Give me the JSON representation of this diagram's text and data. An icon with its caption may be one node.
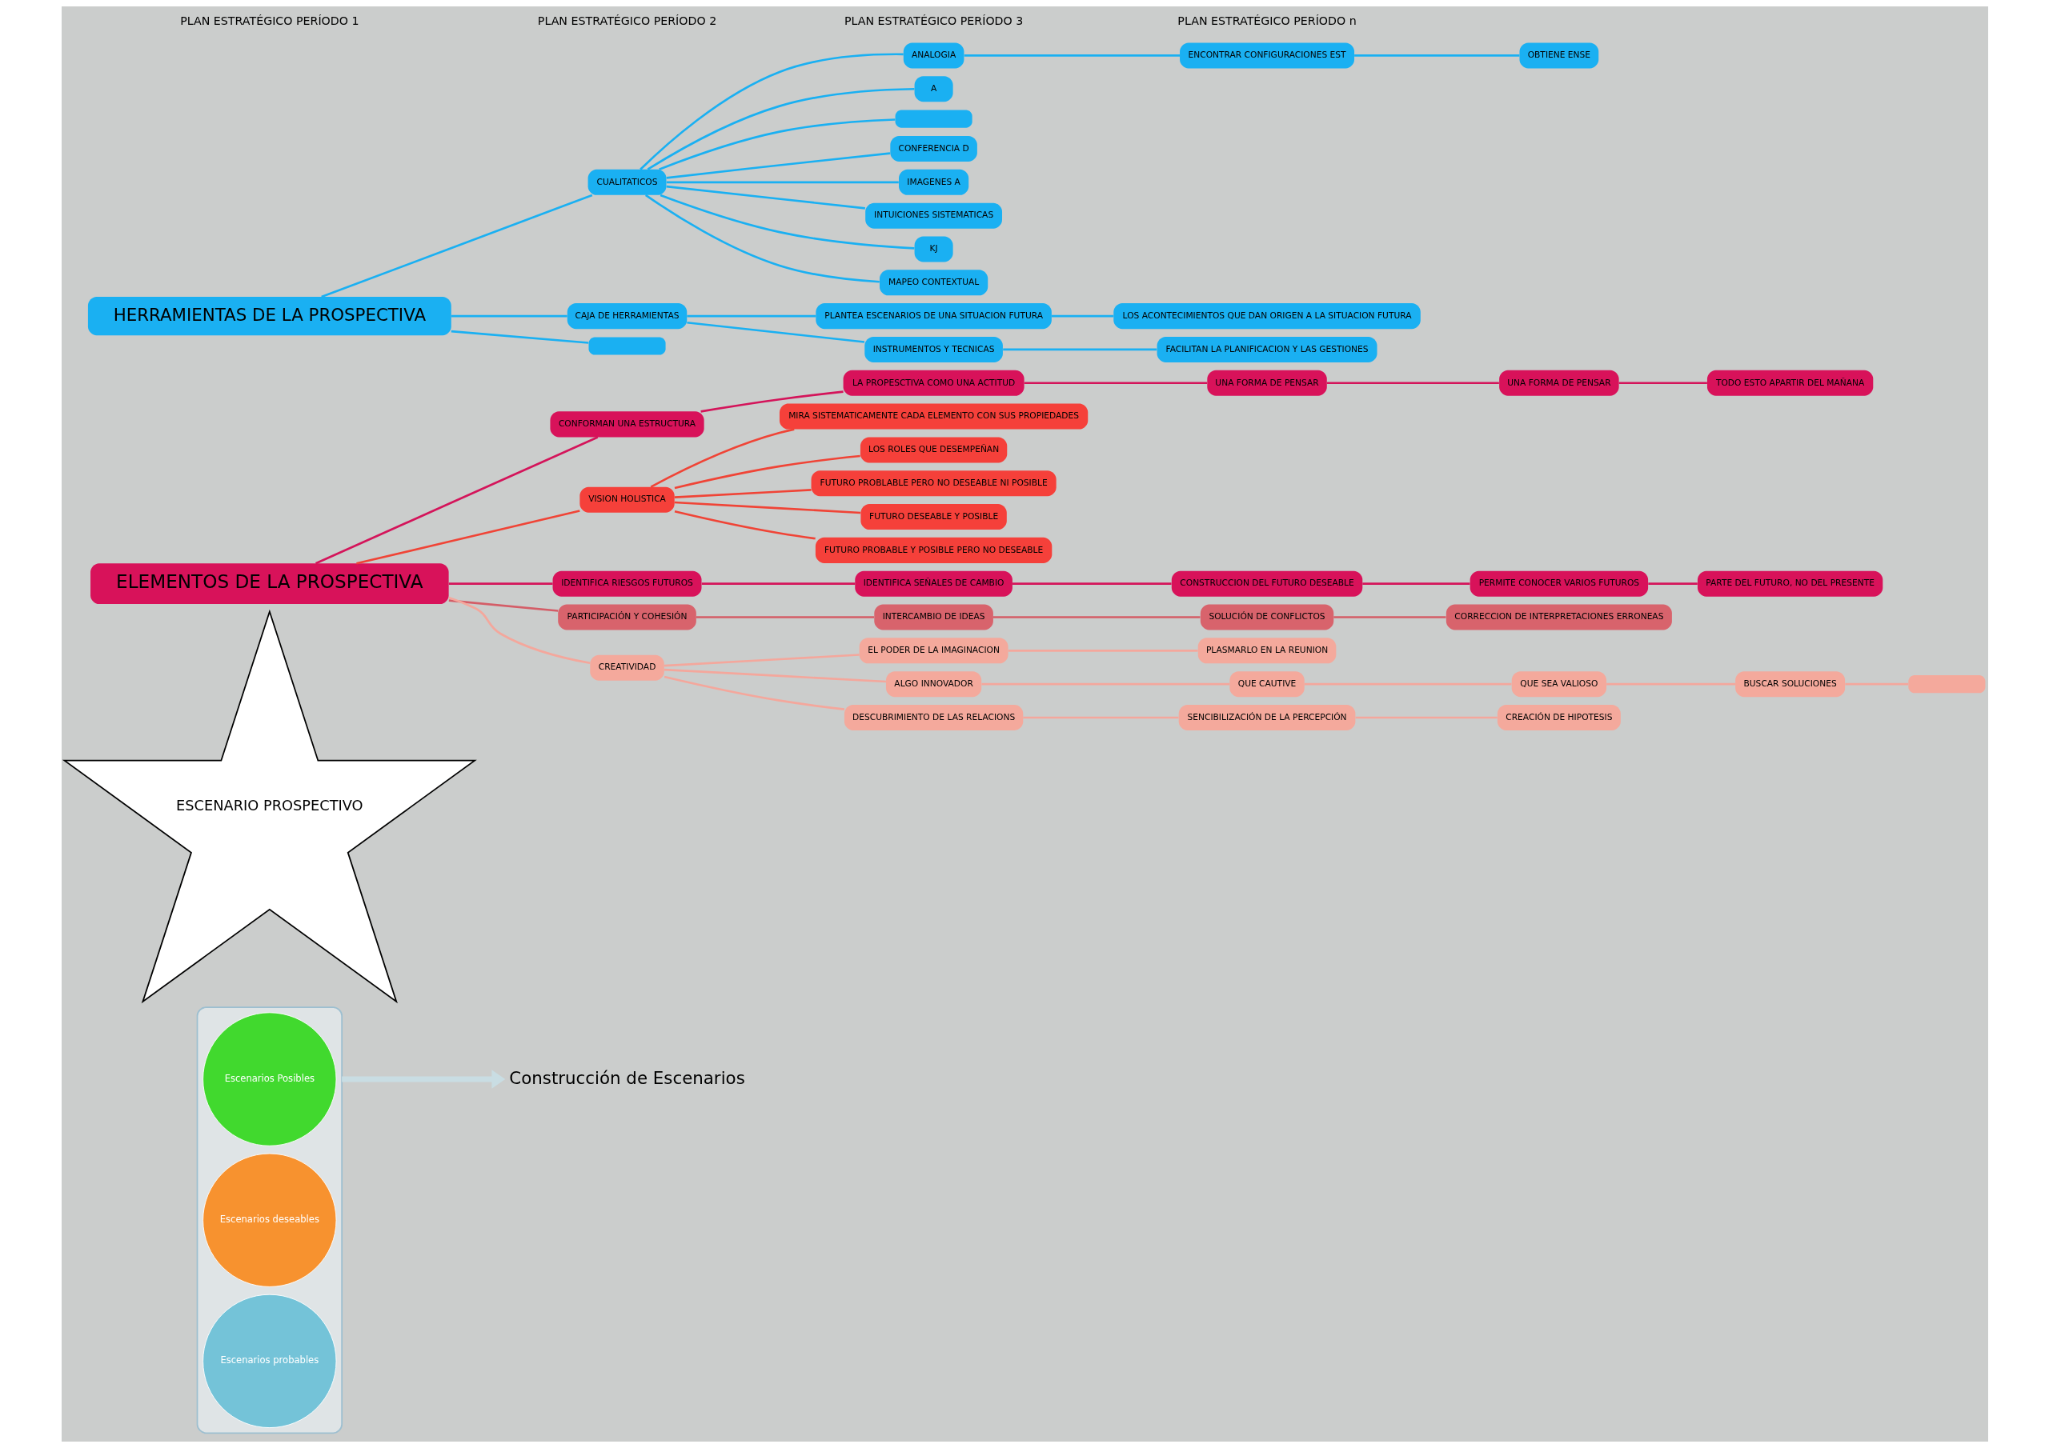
{
  "diagram": {
    "nodes": [
      {
        "text": [],
        "shape": "funnel"
      },
      {
        "text": [
          "Escenarios Posibles"
        ],
        "in": 0
      },
      {
        "text": [
          "Escenarios deseables"
        ],
        "in": 0
      },
      {
        "text": [
          "Escenarios probables"
        ],
        "in": 0
      },
      {
        "text": [
          "Construcción de Escenarios"
        ]
      },
      {
        "text": [
          "ESCENARIO PROSPECTIVO"
        ]
      },
      {
        "text": [
          "TODO ESTO APARTIR DEL MAÑANA"
        ]
      },
      {
        "text": [
          "UNA FORMA DE PENSAR"
        ]
      },
      {
        "text": [
          "PARTE DEL FUTURO, NO DEL PRESENTE"
        ]
      },
      {
        "text": [
          "UNA FORMA DE PENSAR"
        ]
      },
      {
        "text": [
          "PERMITE CONOCER VARIOS FUTUROS"
        ]
      },
      {
        "text": [
          "CONSTRUCCION DEL FUTURO DESEABLE"
        ]
      },
      {
        "text": [
          "MIRA SISTEMATICAMENTE CADA ELEMENTO CON SUS PROPIEDADES"
        ]
      },
      {
        "text": [
          "LA PROPESCTIVA COMO UNA ACTITUD"
        ]
      },
      {
        "text": [
          "LOS ROLES QUE DESEMPEÑAN"
        ]
      },
      {
        "text": [
          "CONFORMAN UNA ESTRUCTURA"
        ]
      },
      {
        "text": [
          "IDENTIFICA SEÑALES DE CAMBIO"
        ]
      },
      {
        "text": [
          "FUTURO PROBLABLE PERO NO DESEABLE NI POSIBLE"
        ]
      },
      {
        "text": [
          "VISION HOLISTICA"
        ]
      },
      {
        "text": [
          "IDENTIFICA RIESGOS FUTUROS"
        ]
      },
      {
        "text": [
          "FUTURO DESEABLE Y POSIBLE"
        ]
      },
      {
        "text": [
          "ELEMENTOS DE LA PROSPECTIVA"
        ]
      },
      {
        "text": [
          "FUTURO PROBABLE Y POSIBLE PERO NO DESEABLE"
        ]
      },
      {
        "text": [
          "PARTICIPACIÓN Y COHESIÓN"
        ]
      },
      {
        "text": [
          "CREATIVIDAD"
        ]
      },
      {
        "text": [
          "INTERCAMBIO DE IDEAS"
        ]
      },
      {
        "text": [
          "EL PODER DE LA IMAGINACION"
        ]
      },
      {
        "text": [
          "ALGO INNOVADOR"
        ]
      },
      {
        "text": [
          "PLASMARLO EN LA REUNION"
        ]
      },
      {
        "text": [
          "QUE CAUTIVE"
        ]
      },
      {
        "text": [
          "SOLUCIÓN DE CONFLICTOS"
        ]
      },
      {
        "text": [
          "DESCUBRIMIENTO DE LAS RELACIONS"
        ]
      },
      {
        "text": [
          "QUE SEA VALIOSO"
        ]
      },
      {
        "text": [
          "CORRECCION DE INTERPRETACIONES ERRONEAS"
        ]
      },
      {
        "text": [
          "SENCIBILIZACIÓN DE LA PERCEPCIÓN"
        ]
      },
      {
        "text": [
          "BUSCAR SOLUCIONES"
        ]
      },
      {
        "text": [
          "CREACIÓN DE HIPOTESIS"
        ]
      },
      {
        "text": [],
        "shape": "box"
      },
      {
        "text": [
          "OBTIENE ENSE"
        ]
      },
      {
        "text": [
          "ENCONTRAR CONFIGURACIONES EST"
        ]
      },
      {
        "text": [
          "LOS ACONTECIMIENTOS QUE DAN ORIGEN A LA SITUACION FUTURA"
        ]
      },
      {
        "text": [
          "ANALOGIA"
        ]
      },
      {
        "text": [
          "PLANTEA ESCENARIOS DE UNA SITUACION FUTURA"
        ]
      },
      {
        "text": [
          "A"
        ]
      },
      {
        "text": [
          "FACILITAN LA PLANIFICACION Y LAS GESTIONES"
        ]
      },
      {
        "text": [],
        "shape": "box"
      },
      {
        "text": [
          "CUALITATICOS"
        ]
      },
      {
        "text": [
          "INSTRUMENTOS Y TECNICAS"
        ]
      },
      {
        "text": [
          "CONFERENCIA D"
        ]
      },
      {
        "text": [
          "CAJA DE HERRAMIENTAS"
        ]
      },
      {
        "text": [
          "IMAGENES A"
        ]
      },
      {
        "text": [
          "HERRAMIENTAS DE LA PROSPECTIVA"
        ]
      },
      {
        "text": [
          "INTUICIONES SISTEMATICAS"
        ]
      },
      {
        "text": [
          "KJ"
        ]
      },
      {
        "text": [
          "MAPEO CONTEXTUAL"
        ]
      },
      {
        "text": [],
        "shape": "box"
      }
    ],
    "edges": [
      {
        "from": 0,
        "to": 4,
        "arrow": "to",
        "style": "thick",
        "color": "#c9dde3"
      },
      {
        "from": 21,
        "to": 18,
        "arrow": "none",
        "color": "#f04436"
      },
      {
        "from": 18,
        "to": 12,
        "arrow": "none",
        "color": "#f04436"
      },
      {
        "from": 18,
        "to": 14,
        "arrow": "none",
        "color": "#f04436"
      },
      {
        "from": 18,
        "to": 17,
        "arrow": "none",
        "color": "#f04436"
      },
      {
        "from": 18,
        "to": 20,
        "arrow": "none",
        "color": "#f04436"
      },
      {
        "from": 18,
        "to": 22,
        "arrow": "none",
        "color": "#f04436"
      },
      {
        "from": 21,
        "to": 15,
        "arrow": "none",
        "color": "#d4145a"
      },
      {
        "from": 15,
        "to": 13,
        "arrow": "none",
        "color": "#d4145a"
      },
      {
        "from": 13,
        "to": 9,
        "arrow": "none",
        "color": "#d4145a"
      },
      {
        "from": 9,
        "to": 7,
        "arrow": "none",
        "color": "#d4145a"
      },
      {
        "from": 7,
        "to": 6,
        "arrow": "none",
        "color": "#d4145a"
      },
      {
        "from": 21,
        "to": 19,
        "arrow": "none",
        "color": "#d4145a"
      },
      {
        "from": 19,
        "to": 16,
        "arrow": "none",
        "color": "#d4145a"
      },
      {
        "from": 16,
        "to": 11,
        "arrow": "none",
        "color": "#d4145a"
      },
      {
        "from": 11,
        "to": 10,
        "arrow": "none",
        "color": "#d4145a"
      },
      {
        "from": 10,
        "to": 8,
        "arrow": "none",
        "color": "#d4145a"
      },
      {
        "from": 21,
        "to": 24,
        "arrow": "none",
        "color": "#f4a79c"
      },
      {
        "from": 24,
        "to": 26,
        "arrow": "none",
        "color": "#f4a79c"
      },
      {
        "from": 26,
        "to": 28,
        "arrow": "none",
        "color": "#f4a79c"
      },
      {
        "from": 24,
        "to": 27,
        "arrow": "none",
        "color": "#f4a79c"
      },
      {
        "from": 27,
        "to": 29,
        "arrow": "none",
        "color": "#f4a79c"
      },
      {
        "from": 29,
        "to": 32,
        "arrow": "none",
        "color": "#f4a79c"
      },
      {
        "from": 32,
        "to": 35,
        "arrow": "none",
        "color": "#f4a79c"
      },
      {
        "from": 35,
        "to": 37,
        "arrow": "none",
        "color": "#f4a79c"
      },
      {
        "from": 24,
        "to": 31,
        "arrow": "none",
        "color": "#f4a79c"
      },
      {
        "from": 31,
        "to": 34,
        "arrow": "none",
        "color": "#f4a79c"
      },
      {
        "from": 34,
        "to": 36,
        "arrow": "none",
        "color": "#f4a79c"
      },
      {
        "from": 21,
        "to": 23,
        "arrow": "none",
        "color": "#d45d67"
      },
      {
        "from": 23,
        "to": 25,
        "arrow": "none",
        "color": "#d45d67"
      },
      {
        "from": 25,
        "to": 30,
        "arrow": "none",
        "color": "#d45d67"
      },
      {
        "from": 30,
        "to": 33,
        "arrow": "none",
        "color": "#d45d67"
      },
      {
        "from": 51,
        "to": 49,
        "arrow": "none"
      },
      {
        "from": 49,
        "to": 47,
        "arrow": "none"
      },
      {
        "from": 47,
        "to": 44,
        "arrow": "none"
      },
      {
        "from": 49,
        "to": 42,
        "arrow": "none"
      },
      {
        "from": 42,
        "to": 40,
        "arrow": "none"
      },
      {
        "from": 51,
        "to": 46,
        "arrow": "none"
      },
      {
        "from": 51,
        "to": 55,
        "arrow": "none"
      },
      {
        "from": 46,
        "to": 41,
        "arrow": "none"
      },
      {
        "from": 41,
        "to": 39,
        "arrow": "none"
      },
      {
        "from": 39,
        "to": 38,
        "arrow": "none"
      },
      {
        "from": 46,
        "to": 43,
        "arrow": "none"
      },
      {
        "from": 46,
        "to": 45,
        "arrow": "none"
      },
      {
        "from": 46,
        "to": 48,
        "arrow": "none"
      },
      {
        "from": 46,
        "to": 50,
        "arrow": "none"
      },
      {
        "from": 46,
        "to": 52,
        "arrow": "none"
      },
      {
        "from": 46,
        "to": 53,
        "arrow": "none"
      },
      {
        "from": 46,
        "to": 54,
        "arrow": "none"
      }
    ],
    "labels": [
      "PLAN ESTRATÉGICO PERÍODO n",
      "PLAN ESTRATÉGICO PERÍODO 3",
      "PLAN ESTRATÉGICO PERÍODO 2",
      "PLAN ESTRATÉGICO PERÍODO 1"
    ]
  }
}
